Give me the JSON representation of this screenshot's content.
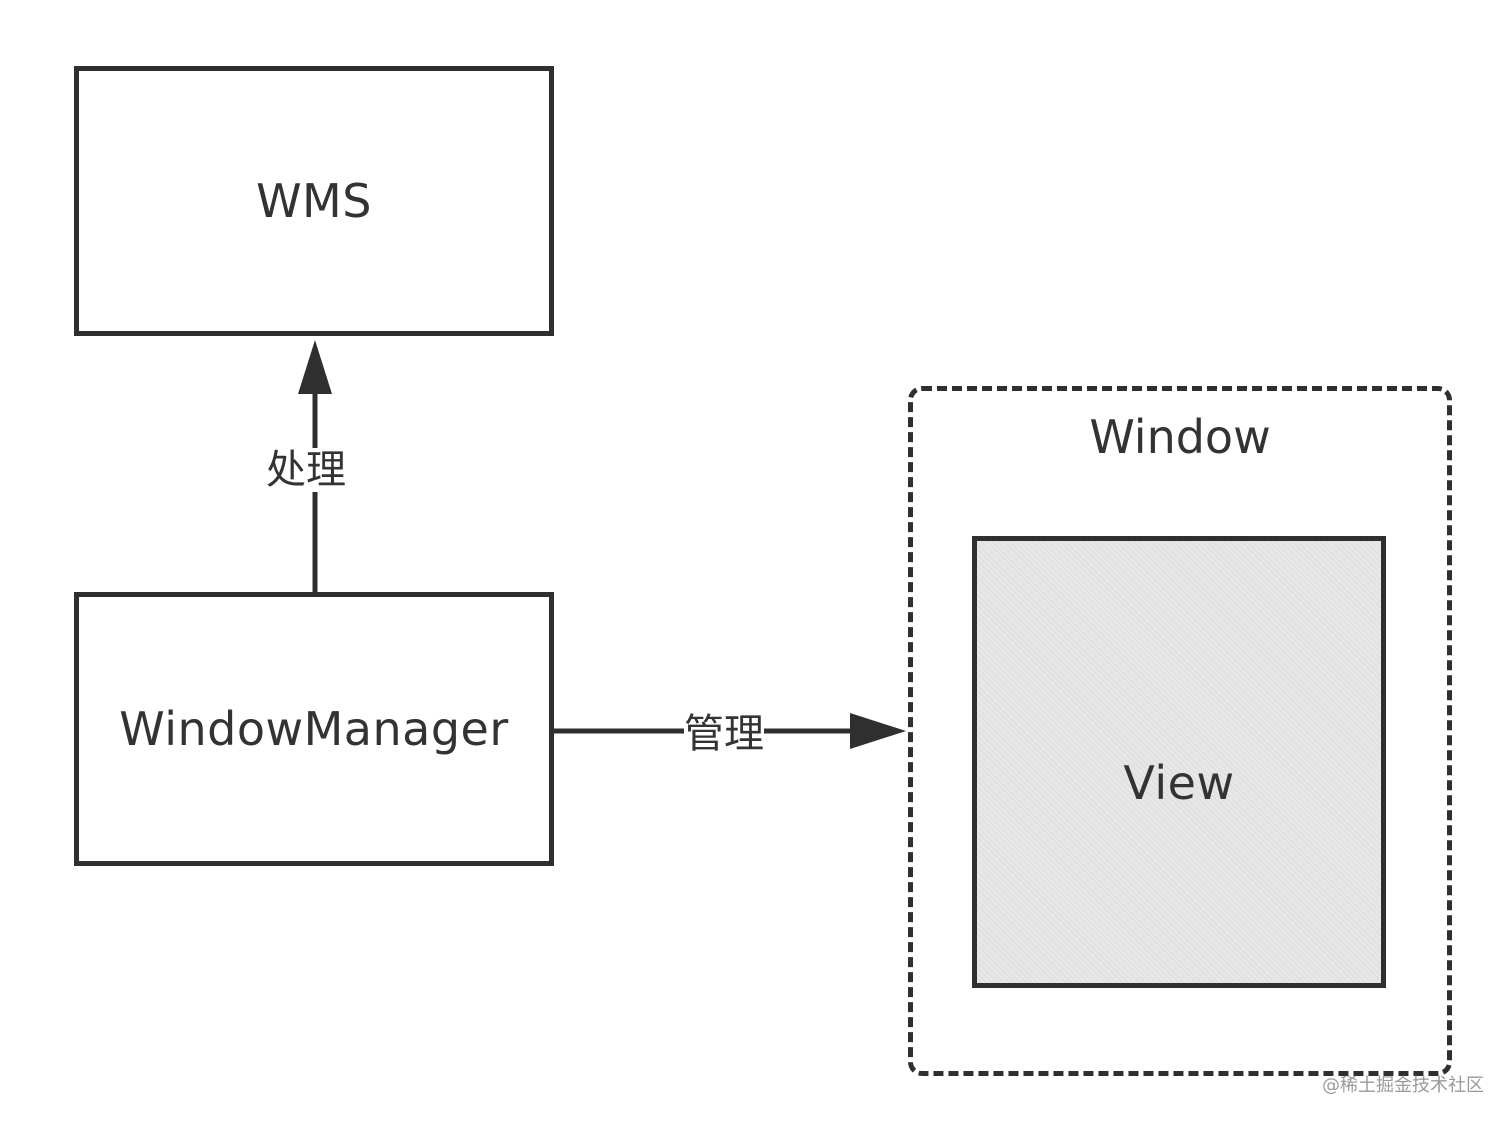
{
  "nodes": {
    "wms": {
      "label": "WMS"
    },
    "window_manager": {
      "label": "WindowManager"
    },
    "window": {
      "label": "Window"
    },
    "view": {
      "label": "View"
    }
  },
  "edges": {
    "process": {
      "label": "处理",
      "from": "WindowManager",
      "to": "WMS"
    },
    "manage": {
      "label": "管理",
      "from": "WindowManager",
      "to": "Window"
    }
  },
  "watermark": "@稀土掘金技术社区",
  "colors": {
    "stroke": "#2f2f2f",
    "text": "#333333",
    "view_fill": "#e5e5e5",
    "background": "#ffffff"
  }
}
